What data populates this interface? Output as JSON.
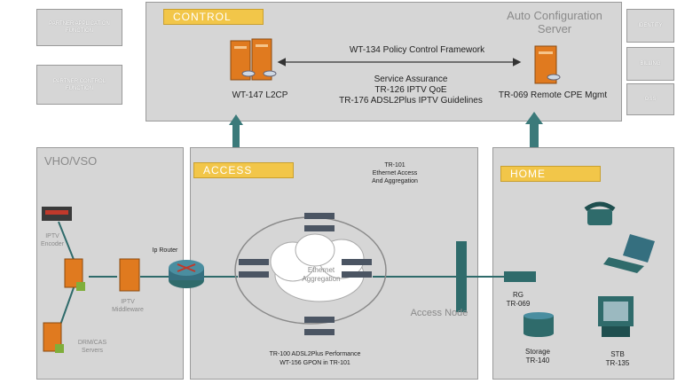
{
  "side_boxes": {
    "partner_app": "PARTNER APPLICATION\nFUNCTION",
    "partner_control": "PARTNER CONTROL\nFUNCTION",
    "identity": "IDENTITY",
    "billing": "BILLING",
    "oss": "OSS"
  },
  "control": {
    "tag": "CONTROL",
    "acs_title": "Auto Configuration\nServer",
    "policy": "WT-134 Policy Control Framework",
    "l2cp": "WT-147 L2CP",
    "assurance": "Service Assurance\nTR-126 IPTV QoE\nTR-176 ADSL2Plus IPTV Guidelines",
    "cpe": "TR-069 Remote CPE Mgmt"
  },
  "vho": {
    "title": "VHO/VSO",
    "encoder": "IPTV\nEncoder",
    "router": "Ip Router",
    "middleware": "IPTV\nMiddleware",
    "drm": "DRM/CAS\nServers"
  },
  "access": {
    "tag": "ACCESS",
    "tr101": "TR-101\nEthernet Access\nAnd Aggregation",
    "cloud": "Ethernet\nAggregation",
    "access_node": "Access Node",
    "bottom": "TR-100 ADSL2Plus Performance\nWT-156 GPON in TR-101"
  },
  "home": {
    "tag": "HOME",
    "rg": "RG\nTR-069",
    "storage": "Storage\nTR-140",
    "stb": "STB\nTR-135"
  },
  "colors": {
    "panel": "#d6d6d6",
    "tag": "#f2c649",
    "arrow": "#3b7a7a",
    "server": "#e07a1f",
    "line": "#2f6b6b"
  }
}
